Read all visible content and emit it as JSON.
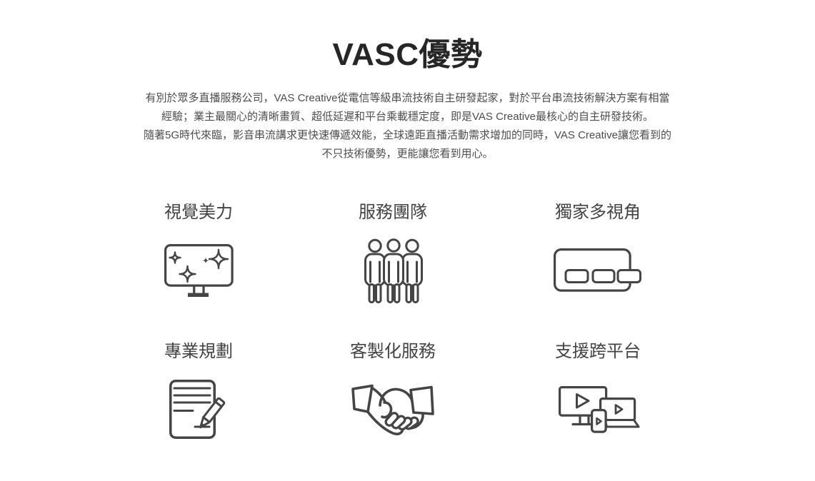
{
  "colors": {
    "background": "#ffffff",
    "title_text": "#262626",
    "body_text": "#4d4d4d",
    "heading_text": "#434343",
    "icon_stroke": "#454545"
  },
  "section": {
    "title": "VASC優勢",
    "description": "有別於眾多直播服務公司，VAS Creative從電信等級串流技術自主研發起家，對於平台串流技術解決方案有相當\n經驗；業主最關心的清晰畫質、超低延遲和平台乘載穩定度，即是VAS Creative最核心的自主研發技術。\n隨著5G時代來臨，影音串流講求更快速傳遞效能，全球遠距直播活動需求增加的同時，VAS Creative讓您看到的\n不只技術優勢，更能讓您看到用心。",
    "features": [
      {
        "label": "視覺美力",
        "icon": "monitor-sparkles-icon"
      },
      {
        "label": "服務團隊",
        "icon": "team-icon"
      },
      {
        "label": "獨家多視角",
        "icon": "multi-view-icon"
      },
      {
        "label": "專業規劃",
        "icon": "document-pencil-icon"
      },
      {
        "label": "客製化服務",
        "icon": "handshake-icon"
      },
      {
        "label": "支援跨平台",
        "icon": "cross-platform-devices-icon"
      }
    ]
  }
}
